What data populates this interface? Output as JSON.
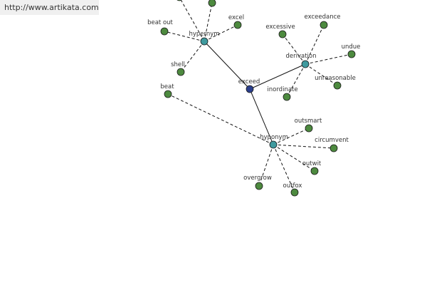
{
  "banner": {
    "url": "http://www.artikata.com"
  },
  "graph": {
    "center_word": "exceed",
    "groups": [
      {
        "label": "hypernym",
        "words": [
          "excel",
          "beat out",
          "shell",
          "beat"
        ]
      },
      {
        "label": "derivation",
        "words": [
          "excessive",
          "exceedance",
          "undue",
          "unreasonable",
          "inordinate"
        ]
      },
      {
        "label": "hyponym",
        "words": [
          "outsmart",
          "circumvent",
          "outwit",
          "outfox",
          "overgrow"
        ]
      }
    ],
    "colors": {
      "center_node": "#2b3f8c",
      "relation_node": "#3f9a9e",
      "word_node": "#4d8a3f",
      "edge": "#111111",
      "banner_bg": "#f0f0f0"
    }
  }
}
